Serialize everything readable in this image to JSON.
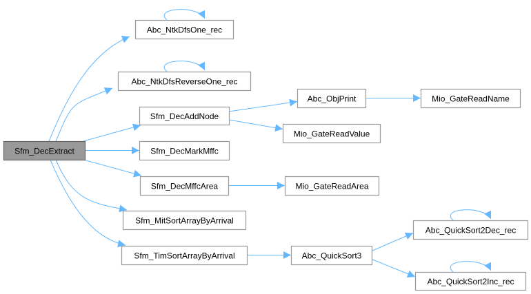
{
  "graph": {
    "colors": {
      "edge": "#63b8ff",
      "root_fill": "#999999",
      "node_border": "#999999"
    },
    "nodes": [
      {
        "id": "root",
        "label": "Sfm_DecExtract",
        "root": true
      },
      {
        "id": "dfsone",
        "label": "Abc_NtkDfsOne_rec"
      },
      {
        "id": "dfsrev",
        "label": "Abc_NtkDfsReverseOne_rec"
      },
      {
        "id": "addnode",
        "label": "Sfm_DecAddNode"
      },
      {
        "id": "markmffc",
        "label": "Sfm_DecMarkMffc"
      },
      {
        "id": "mffcarea",
        "label": "Sfm_DecMffcArea"
      },
      {
        "id": "mitsort",
        "label": "Sfm_MitSortArrayByArrival"
      },
      {
        "id": "timsort",
        "label": "Sfm_TimSortArrayByArrival"
      },
      {
        "id": "objprint",
        "label": "Abc_ObjPrint"
      },
      {
        "id": "readname",
        "label": "Mio_GateReadName"
      },
      {
        "id": "readvalue",
        "label": "Mio_GateReadValue"
      },
      {
        "id": "readarea",
        "label": "Mio_GateReadArea"
      },
      {
        "id": "qs2dec",
        "label": "Abc_QuickSort2Dec_rec"
      },
      {
        "id": "qs3",
        "label": "Abc_QuickSort3"
      },
      {
        "id": "qs2inc",
        "label": "Abc_QuickSort2Inc_rec"
      }
    ],
    "edges": [
      [
        "root",
        "dfsone"
      ],
      [
        "root",
        "dfsrev"
      ],
      [
        "root",
        "addnode"
      ],
      [
        "root",
        "markmffc"
      ],
      [
        "root",
        "mffcarea"
      ],
      [
        "root",
        "mitsort"
      ],
      [
        "root",
        "timsort"
      ],
      [
        "dfsone",
        "dfsone"
      ],
      [
        "dfsrev",
        "dfsrev"
      ],
      [
        "addnode",
        "objprint"
      ],
      [
        "addnode",
        "readvalue"
      ],
      [
        "objprint",
        "readname"
      ],
      [
        "mffcarea",
        "readarea"
      ],
      [
        "timsort",
        "qs3"
      ],
      [
        "qs3",
        "qs2dec"
      ],
      [
        "qs3",
        "qs2inc"
      ],
      [
        "qs2dec",
        "qs2dec"
      ],
      [
        "qs2inc",
        "qs2inc"
      ]
    ]
  }
}
